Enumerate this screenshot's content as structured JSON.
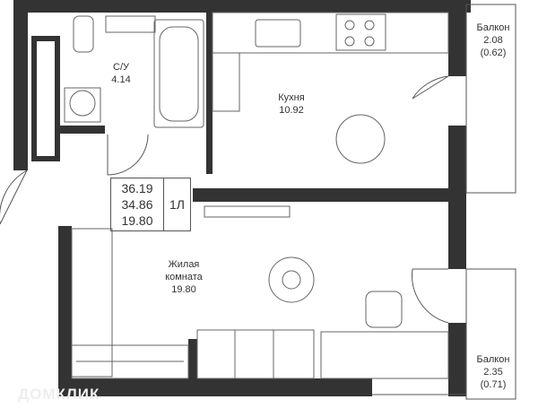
{
  "plan": {
    "wall_color": "#333333",
    "rooms": [
      {
        "name": "С/У",
        "area": "4.14"
      },
      {
        "name": "Кухня",
        "area": "10.92"
      },
      {
        "name": "Жилая комната",
        "name_line1": "Жилая",
        "name_line2": "комната",
        "area": "19.80"
      },
      {
        "name": "Балкон",
        "area": "2.08",
        "note": "(0.62)"
      },
      {
        "name": "Балкон",
        "area": "2.35",
        "note": "(0.71)"
      }
    ],
    "summary": {
      "total": "36.19",
      "living_total": "34.86",
      "living": "19.80",
      "rooms": "1Л"
    },
    "watermark": "ДОМКЛИК"
  }
}
